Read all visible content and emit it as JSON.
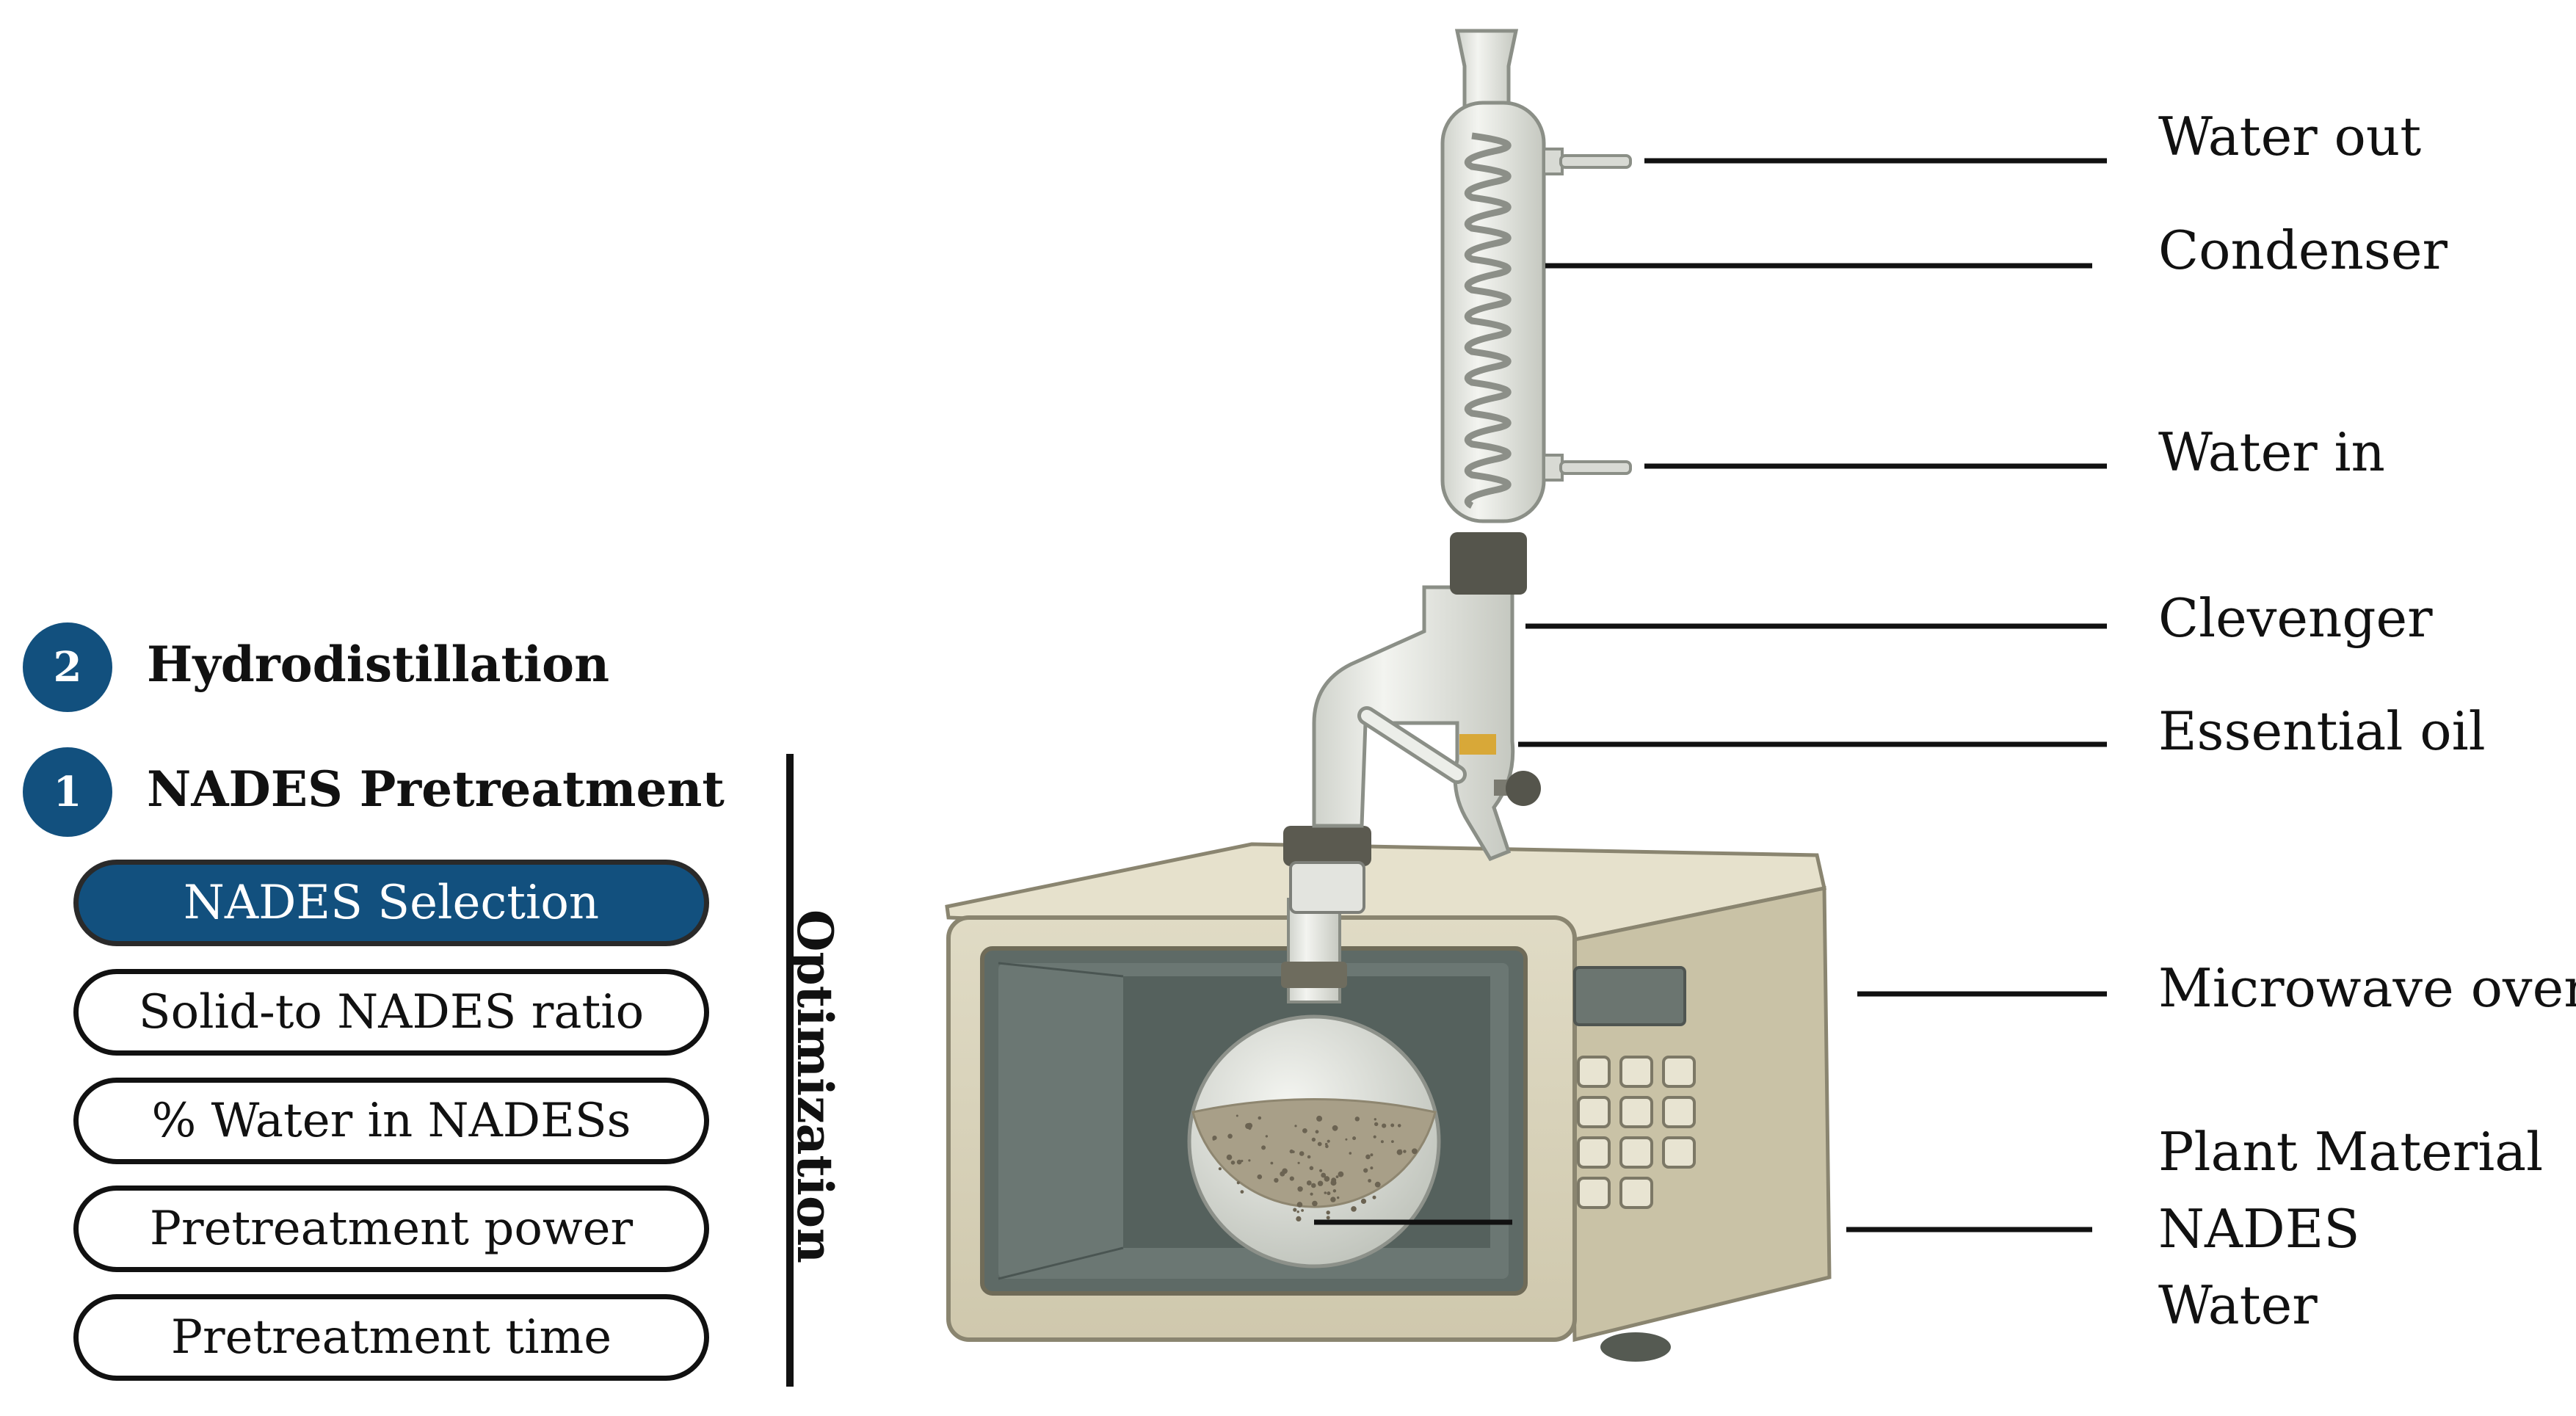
{
  "steps": [
    {
      "number": "2",
      "title": "Hydrodistillation"
    },
    {
      "number": "1",
      "title": "NADES Pretreatment"
    }
  ],
  "parameters": [
    {
      "label": "NADES Selection",
      "selected": true
    },
    {
      "label": "Solid-to NADES ratio",
      "selected": false
    },
    {
      "label": "% Water in NADESs",
      "selected": false
    },
    {
      "label": "Pretreatment power",
      "selected": false
    },
    {
      "label": "Pretreatment time",
      "selected": false
    }
  ],
  "optimization_label": "Optimization",
  "callouts": {
    "water_out": "Water out",
    "condenser": "Condenser",
    "water_in": "Water in",
    "clevenger": "Clevenger",
    "essential_oil": "Essential oil",
    "microwave_oven": "Microwave oven",
    "contents": [
      "Plant Material",
      "NADES",
      "Water"
    ]
  },
  "colors": {
    "accent_blue": "#12507e",
    "oven_body": "#d6d0b8",
    "oven_window": "#56625f",
    "glass": "#e9ebe6",
    "flask_liquid": "#a79d86",
    "essential_oil_band": "#d8a838"
  }
}
